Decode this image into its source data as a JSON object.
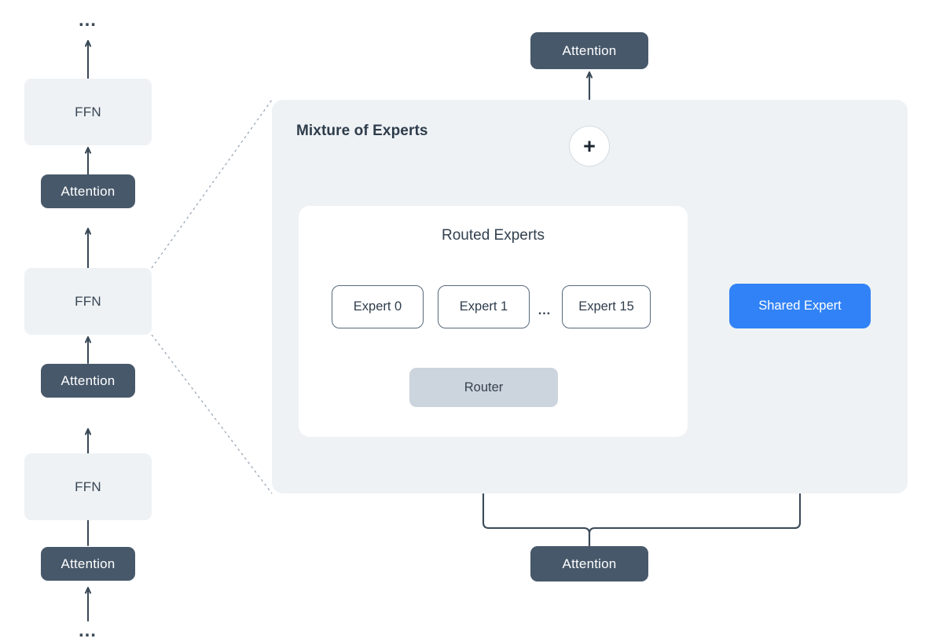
{
  "diagram": {
    "title": "Mixture of Experts transformer block",
    "colors": {
      "background": "#ffffff",
      "panel": "#eef2f5",
      "ffn": "#eef2f5",
      "attention": "#47586a",
      "router": "#ccd4dd",
      "shared_expert": "#3182f6",
      "stroke": "#3b4a58",
      "expert_border": "#58697b",
      "dashed_connector": "#9aa7b5",
      "text_dark": "#2f3d4c",
      "text_light": "#ffffff"
    }
  },
  "left_stack": {
    "top_ellipsis": "…",
    "bottom_ellipsis": "…",
    "items": [
      {
        "label": "FFN",
        "kind": "ffn"
      },
      {
        "label": "Attention",
        "kind": "attention"
      },
      {
        "label": "FFN",
        "kind": "ffn"
      },
      {
        "label": "Attention",
        "kind": "attention"
      },
      {
        "label": "FFN",
        "kind": "ffn"
      },
      {
        "label": "Attention",
        "kind": "attention"
      }
    ]
  },
  "moe": {
    "panel_title": "Mixture of Experts",
    "routed_card_title": "Routed Experts",
    "experts": [
      {
        "label": "Expert 0"
      },
      {
        "label": "Expert 1"
      },
      {
        "label": "Expert 15"
      }
    ],
    "expert_ellipsis": "…",
    "router_label": "Router",
    "shared_expert_label": "Shared Expert",
    "combine_symbol": "+",
    "output_attention_label": "Attention",
    "input_attention_label": "Attention"
  }
}
